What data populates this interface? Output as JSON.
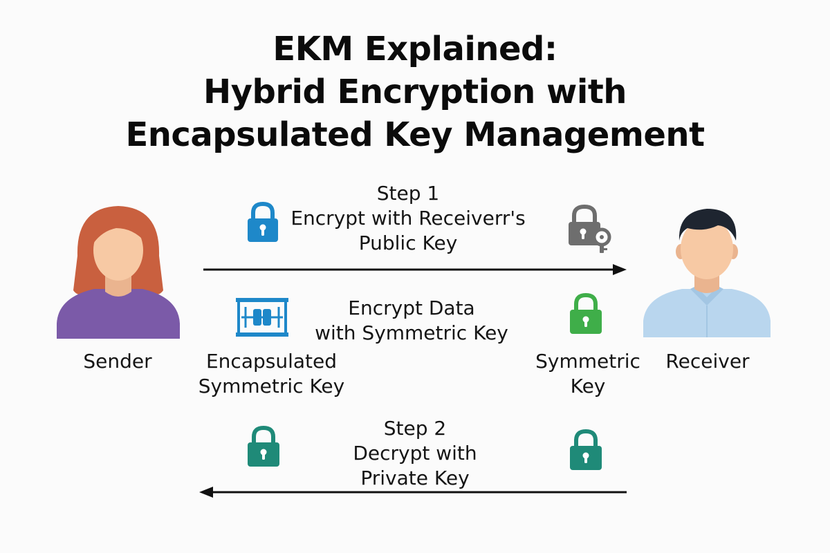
{
  "title": {
    "line1": "EKM Explained:",
    "line2": "Hybrid Encryption with",
    "line3": "Encapsulated Key Management"
  },
  "step1": {
    "heading": "Step 1",
    "line1": "Encrypt with Receiverr's",
    "line2": "Public Key"
  },
  "middle": {
    "line1": "Encrypt Data",
    "line2": "with Symmetric Key"
  },
  "step2": {
    "heading": "Step 2",
    "line1": "Decrypt with",
    "line2": "Private Key"
  },
  "sender": {
    "label": "Sender"
  },
  "receiver": {
    "label": "Receiver"
  },
  "encapsulated_key": {
    "line1": "Encapsulated",
    "line2": "Symmetric Key"
  },
  "symmetric_key": {
    "line1": "Symmetric",
    "line2": "Key"
  },
  "colors": {
    "blue_lock": "#1e88c9",
    "gray_lock": "#6e6e6e",
    "green_lock": "#3fae49",
    "teal_lock": "#1f8a78",
    "sender_hair": "#c9603f",
    "sender_shirt": "#7b5aa8",
    "receiver_hair": "#1e2530",
    "receiver_shirt": "#b9d6ee",
    "skin": "#f7c9a4"
  },
  "icons": {
    "step1_left": "lock-icon",
    "step1_right": "lock-with-key-icon",
    "middle_left": "encapsulated-key-icon",
    "middle_right": "lock-icon",
    "step2_left": "lock-icon",
    "step2_right": "lock-icon"
  }
}
